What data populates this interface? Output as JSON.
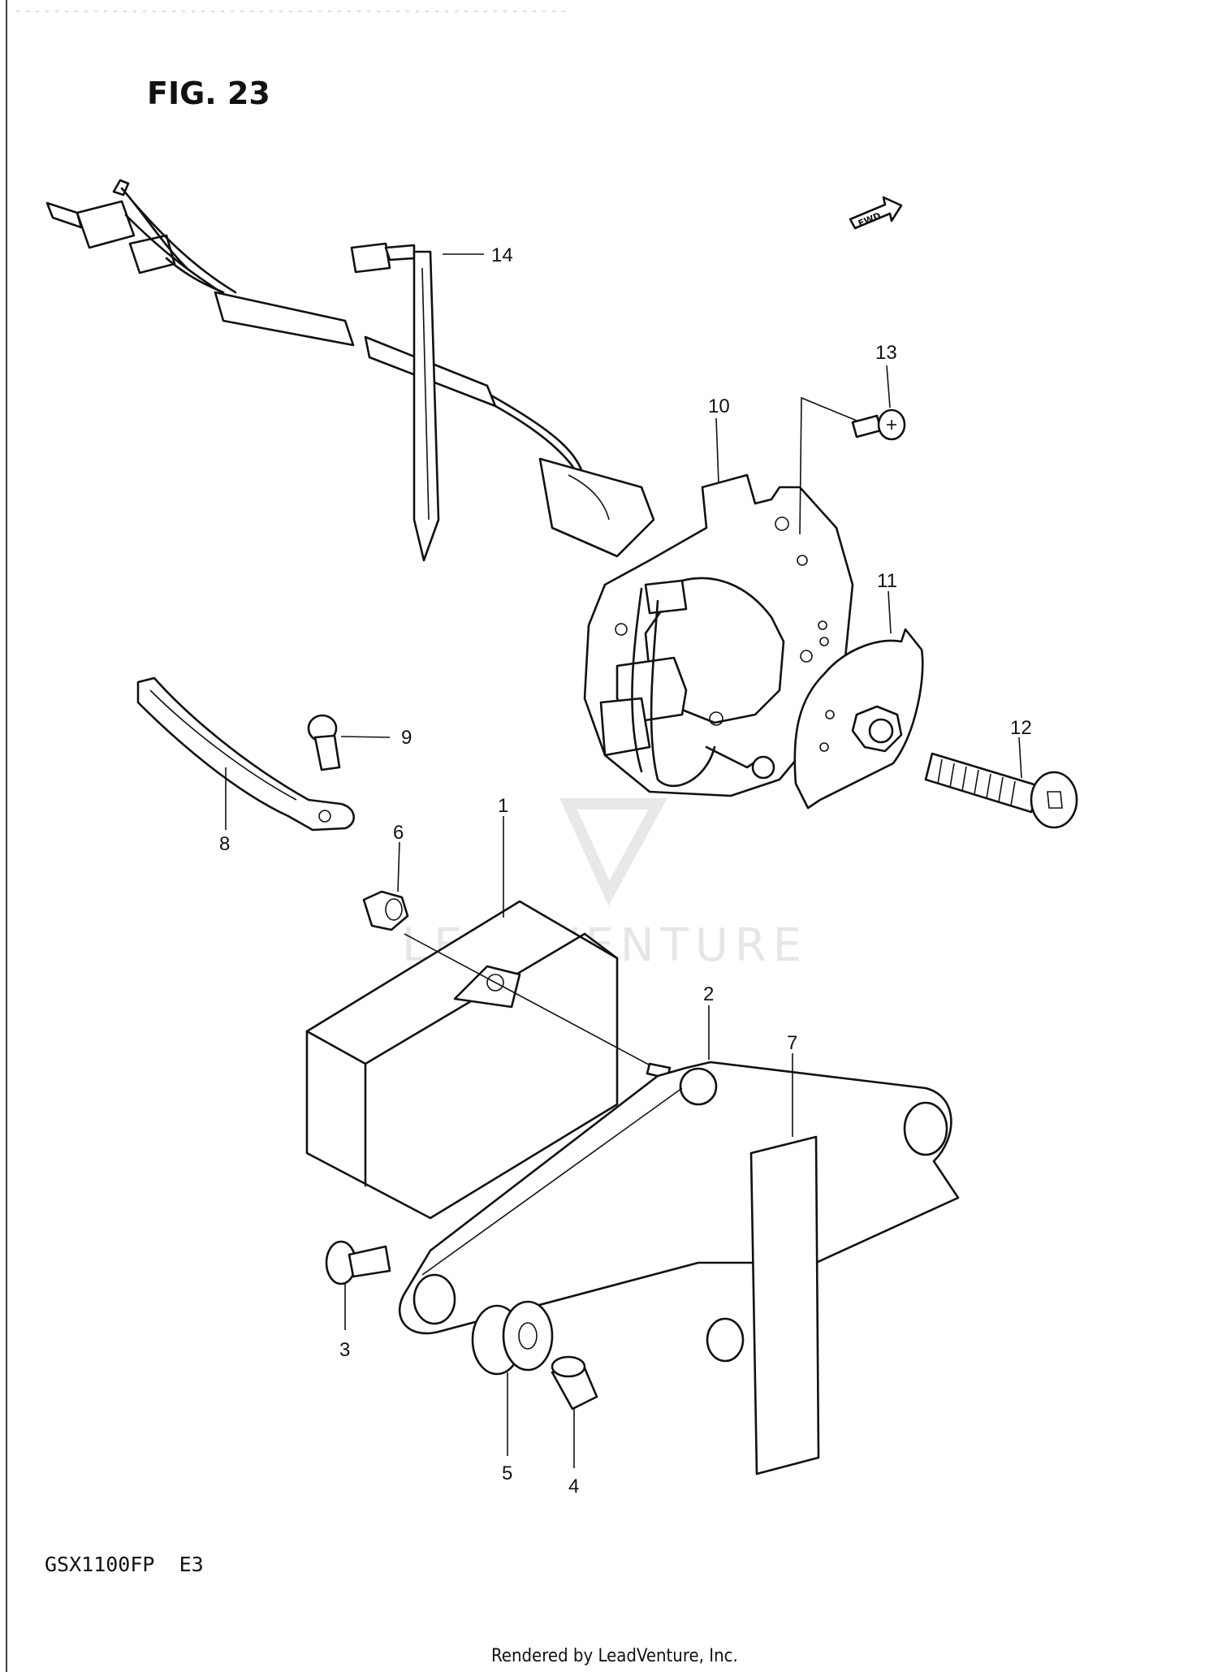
{
  "figure": {
    "title": "FIG. 23",
    "model_code": "GSX1100FP  E3",
    "footer": "Rendered by LeadVenture, Inc.",
    "direction_badge": "FWD",
    "watermark": "LEADVENTURE"
  },
  "callouts": [
    {
      "id": "1",
      "label": "1"
    },
    {
      "id": "2",
      "label": "2"
    },
    {
      "id": "3",
      "label": "3"
    },
    {
      "id": "4",
      "label": "4"
    },
    {
      "id": "5",
      "label": "5"
    },
    {
      "id": "6",
      "label": "6"
    },
    {
      "id": "7",
      "label": "7"
    },
    {
      "id": "8",
      "label": "8"
    },
    {
      "id": "9",
      "label": "9"
    },
    {
      "id": "10",
      "label": "10"
    },
    {
      "id": "11",
      "label": "11"
    },
    {
      "id": "12",
      "label": "12"
    },
    {
      "id": "13",
      "label": "13"
    },
    {
      "id": "14",
      "label": "14"
    }
  ]
}
